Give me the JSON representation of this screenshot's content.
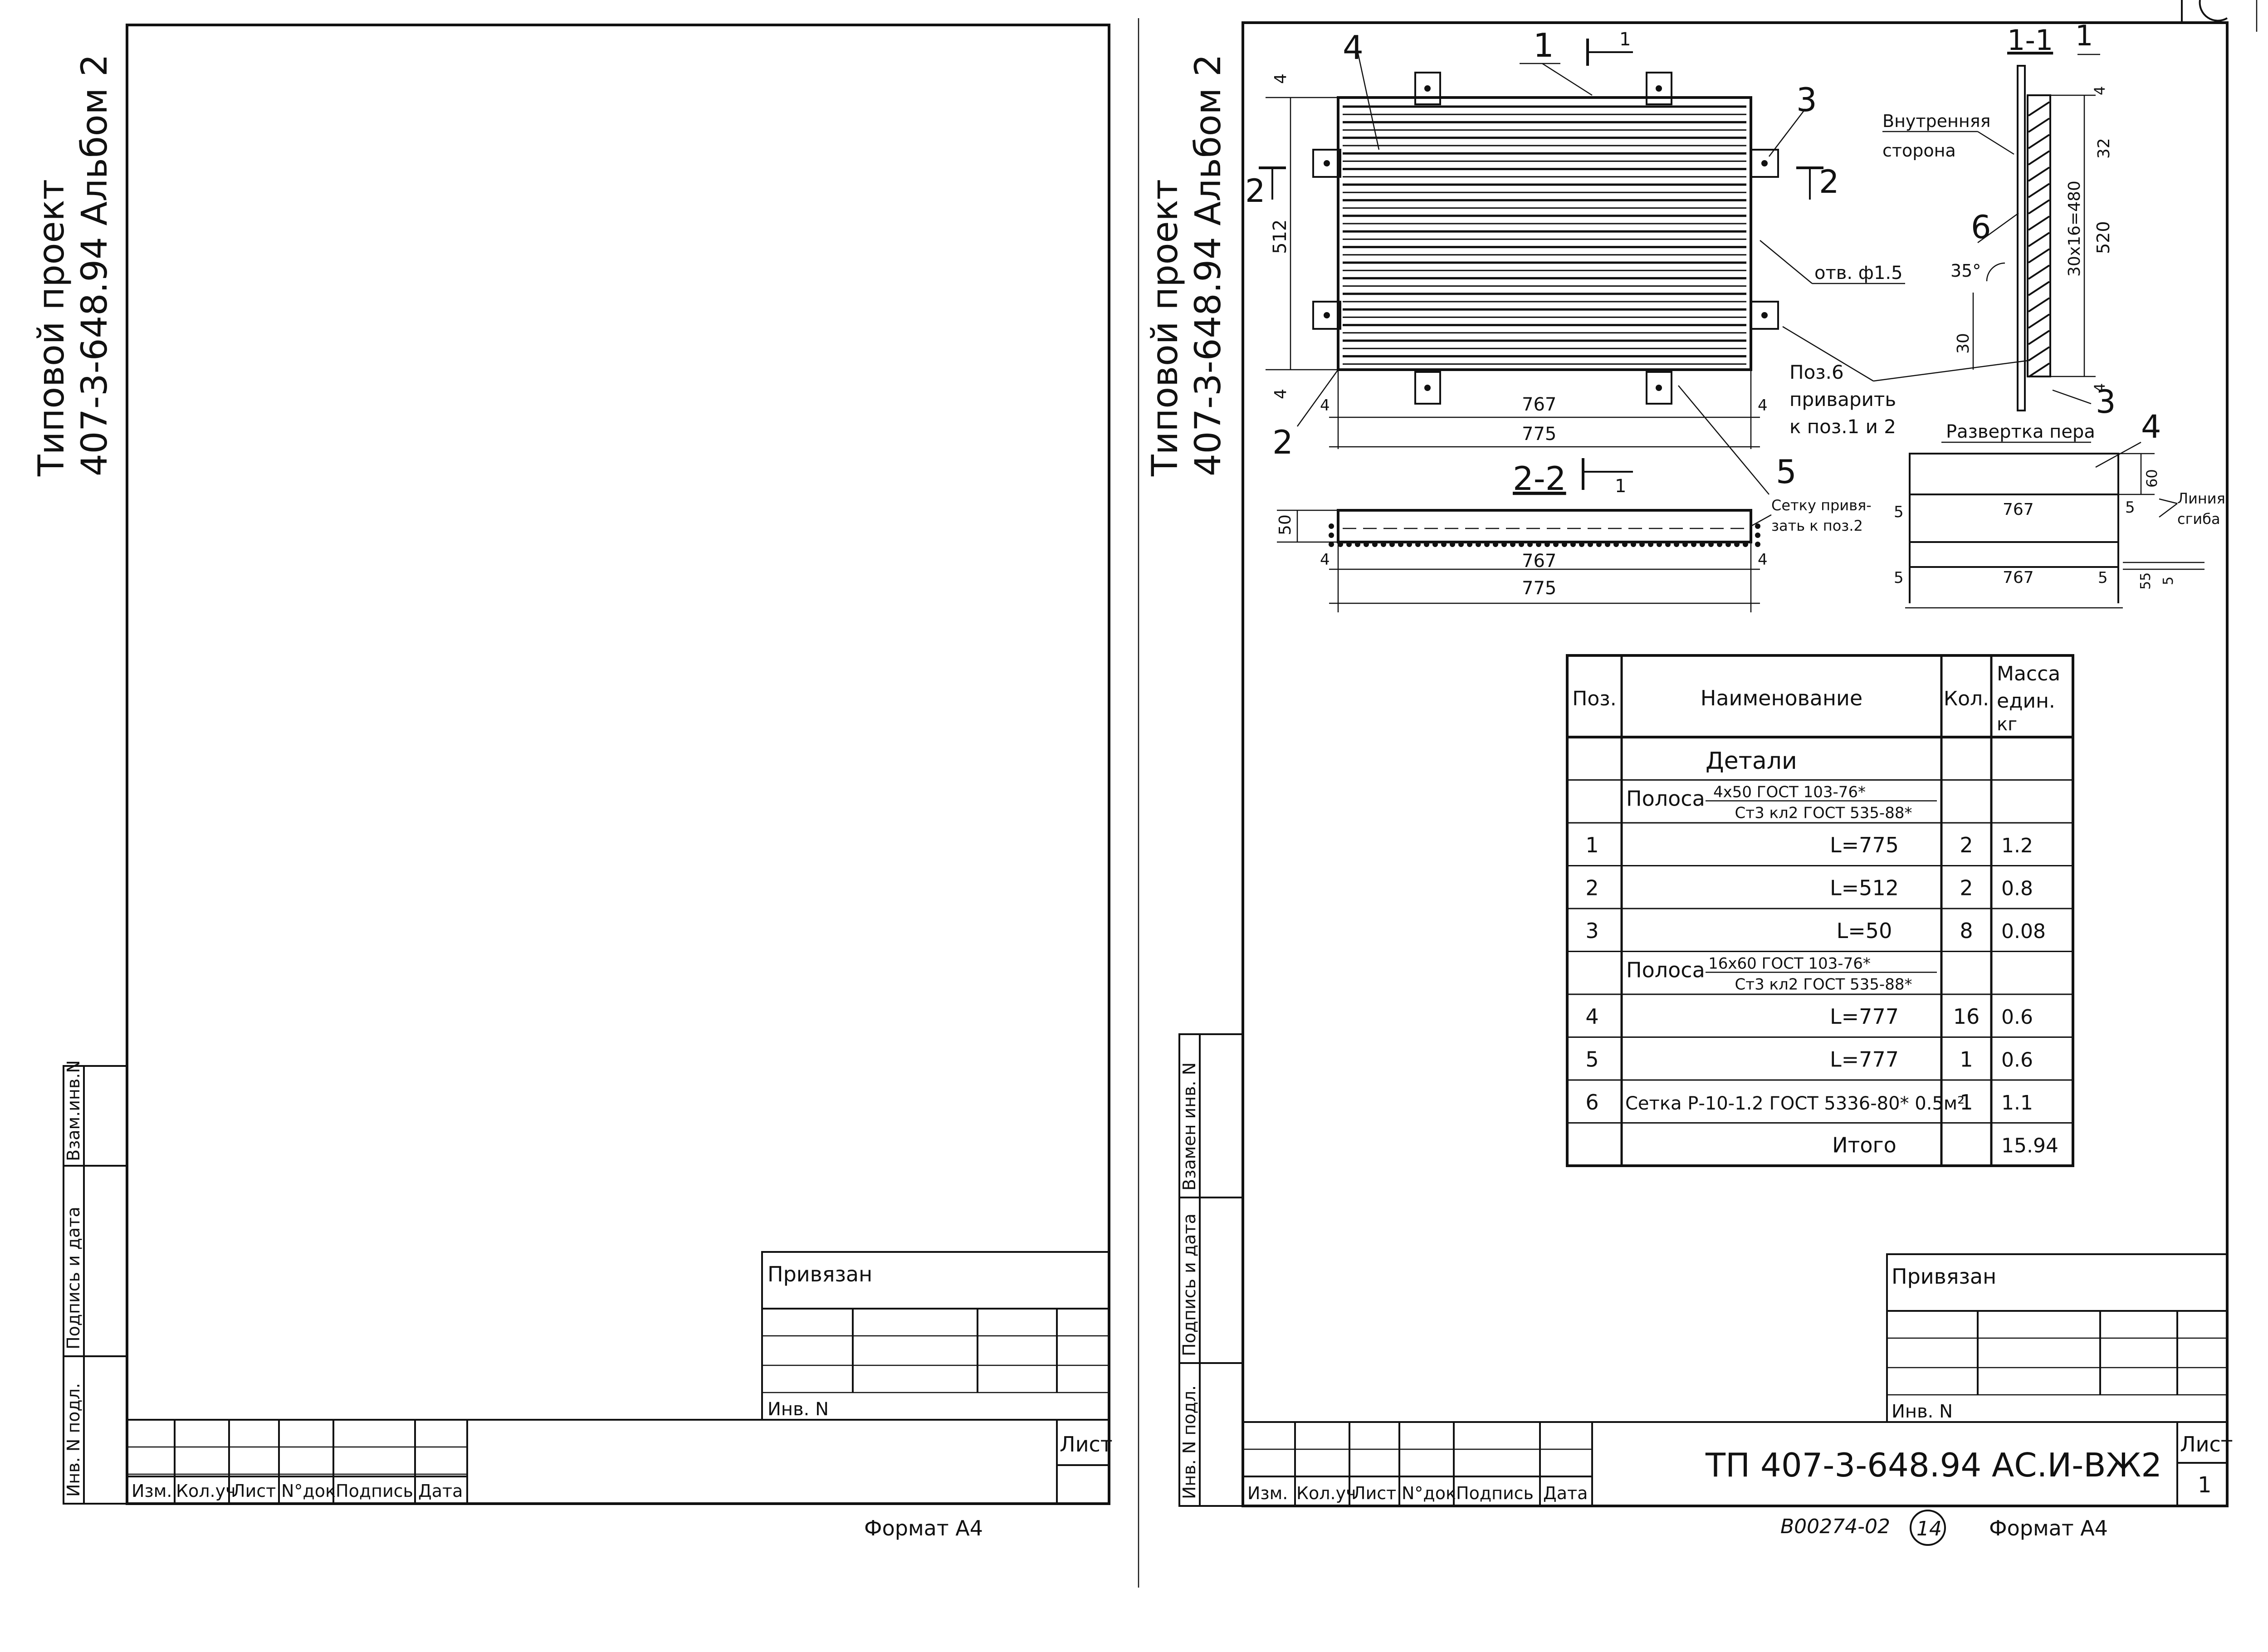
{
  "left_sheet": {
    "vertical_title_line1": "Типовой проект",
    "vertical_title_line2": "407-3-648.94  Альбом 2",
    "side_labels": [
      "Инв. N подл.",
      "Подпись и дата",
      "Взам.инв.N"
    ],
    "stamp": {
      "privyazan": "Привязан",
      "inv_n": "Инв. N",
      "list": "Лист",
      "columns": [
        "Изм.",
        "Кол.уч",
        "Лист",
        "N°док",
        "Подпись",
        "Дата"
      ]
    },
    "format": "Формат А4"
  },
  "right_sheet": {
    "vertical_title_line1": "Типовой проект",
    "vertical_title_line2": "407-3-648.94  Альбом 2",
    "side_labels": [
      "Инв. N подл.",
      "Подпись и дата",
      "Взамен инв. N"
    ],
    "drawing": {
      "plan": {
        "pos_labels": [
          "4",
          "1",
          "3",
          "2",
          "5"
        ],
        "section_marks": [
          "1",
          "2",
          "2"
        ],
        "dims": {
          "height": "512",
          "top_gap": "4",
          "bottom_gap": "4",
          "left_gap": "4",
          "right_gap": "4",
          "inner_width": "767",
          "outer_width": "775"
        },
        "notes": {
          "hole": "отв. ф1.5",
          "weld_line1": "Поз.6",
          "weld_line2": "приварить",
          "weld_line3": "к поз.1 и 2"
        }
      },
      "section_1_1": {
        "title": "1-1",
        "pos_labels": [
          "1",
          "6",
          "3"
        ],
        "inner_side_line1": "Внутренняя",
        "inner_side_line2": "сторона",
        "angle": "35°",
        "dims": {
          "top_gap": "4",
          "top": "32",
          "pitch": "30х16=480",
          "total": "520",
          "bottom": "30",
          "bottom_gap": "4"
        }
      },
      "section_2_2": {
        "title": "2-2",
        "section_mark": "1",
        "pos_label": "5",
        "dims": {
          "height": "50",
          "left_gap": "4",
          "right_gap": "4",
          "inner_width": "767",
          "outer_width": "775"
        },
        "note_line1": "Сетку привя-",
        "note_line2": "зать к поз.2"
      },
      "blade_development": {
        "title": "Развертка пера",
        "pos_label": "4",
        "dims": {
          "width_top": "767",
          "width_bottom": "767",
          "left_a": "5",
          "right_a": "5",
          "left_b": "5",
          "right_b": "5",
          "height": "60",
          "h1": "55",
          "h2": "5"
        },
        "bend_line1": "Линия",
        "bend_line2": "сгиба"
      }
    },
    "spec_table": {
      "headers": [
        "Поз.",
        "Наименование",
        "Кол.",
        "Масса един. кг"
      ],
      "section_title": "Детали",
      "rows": [
        {
          "pos": "",
          "name": "Полоса",
          "frac_top": "4х50  ГОСТ  103-76*",
          "frac_bottom": "Ст3  кл2  ГОСТ  535-88*",
          "qty": "",
          "mass": ""
        },
        {
          "pos": "1",
          "name": "L=775",
          "qty": "2",
          "mass": "1.2"
        },
        {
          "pos": "2",
          "name": "L=512",
          "qty": "2",
          "mass": "0.8"
        },
        {
          "pos": "3",
          "name": "L=50",
          "qty": "8",
          "mass": "0.08"
        },
        {
          "pos": "",
          "name": "Полоса",
          "frac_top": "16х60  ГОСТ  103-76*",
          "frac_bottom": "Ст3  кл2  ГОСТ  535-88*",
          "qty": "",
          "mass": ""
        },
        {
          "pos": "4",
          "name": "L=777",
          "qty": "16",
          "mass": "0.6"
        },
        {
          "pos": "5",
          "name": "L=777",
          "qty": "1",
          "mass": "0.6"
        },
        {
          "pos": "6",
          "name": "Сетка Р-10-1.2 ГОСТ 5336-80*  0.5м²",
          "qty": "1",
          "mass": "1.1"
        },
        {
          "pos": "",
          "name": "Итого",
          "qty": "",
          "mass": "15.94"
        }
      ]
    },
    "stamp": {
      "privyazan": "Привязан",
      "inv_n": "Инв. N",
      "code": "ТП   407-3-648.94   АС.И-ВЖ2",
      "list": "Лист",
      "sheet_no": "1",
      "columns": [
        "Изм.",
        "Кол.уч",
        "Лист",
        "N°док",
        "Подпись",
        "Дата"
      ]
    },
    "archive_no": "В00274-02",
    "circled_no": "14",
    "format": "Формат А4"
  }
}
